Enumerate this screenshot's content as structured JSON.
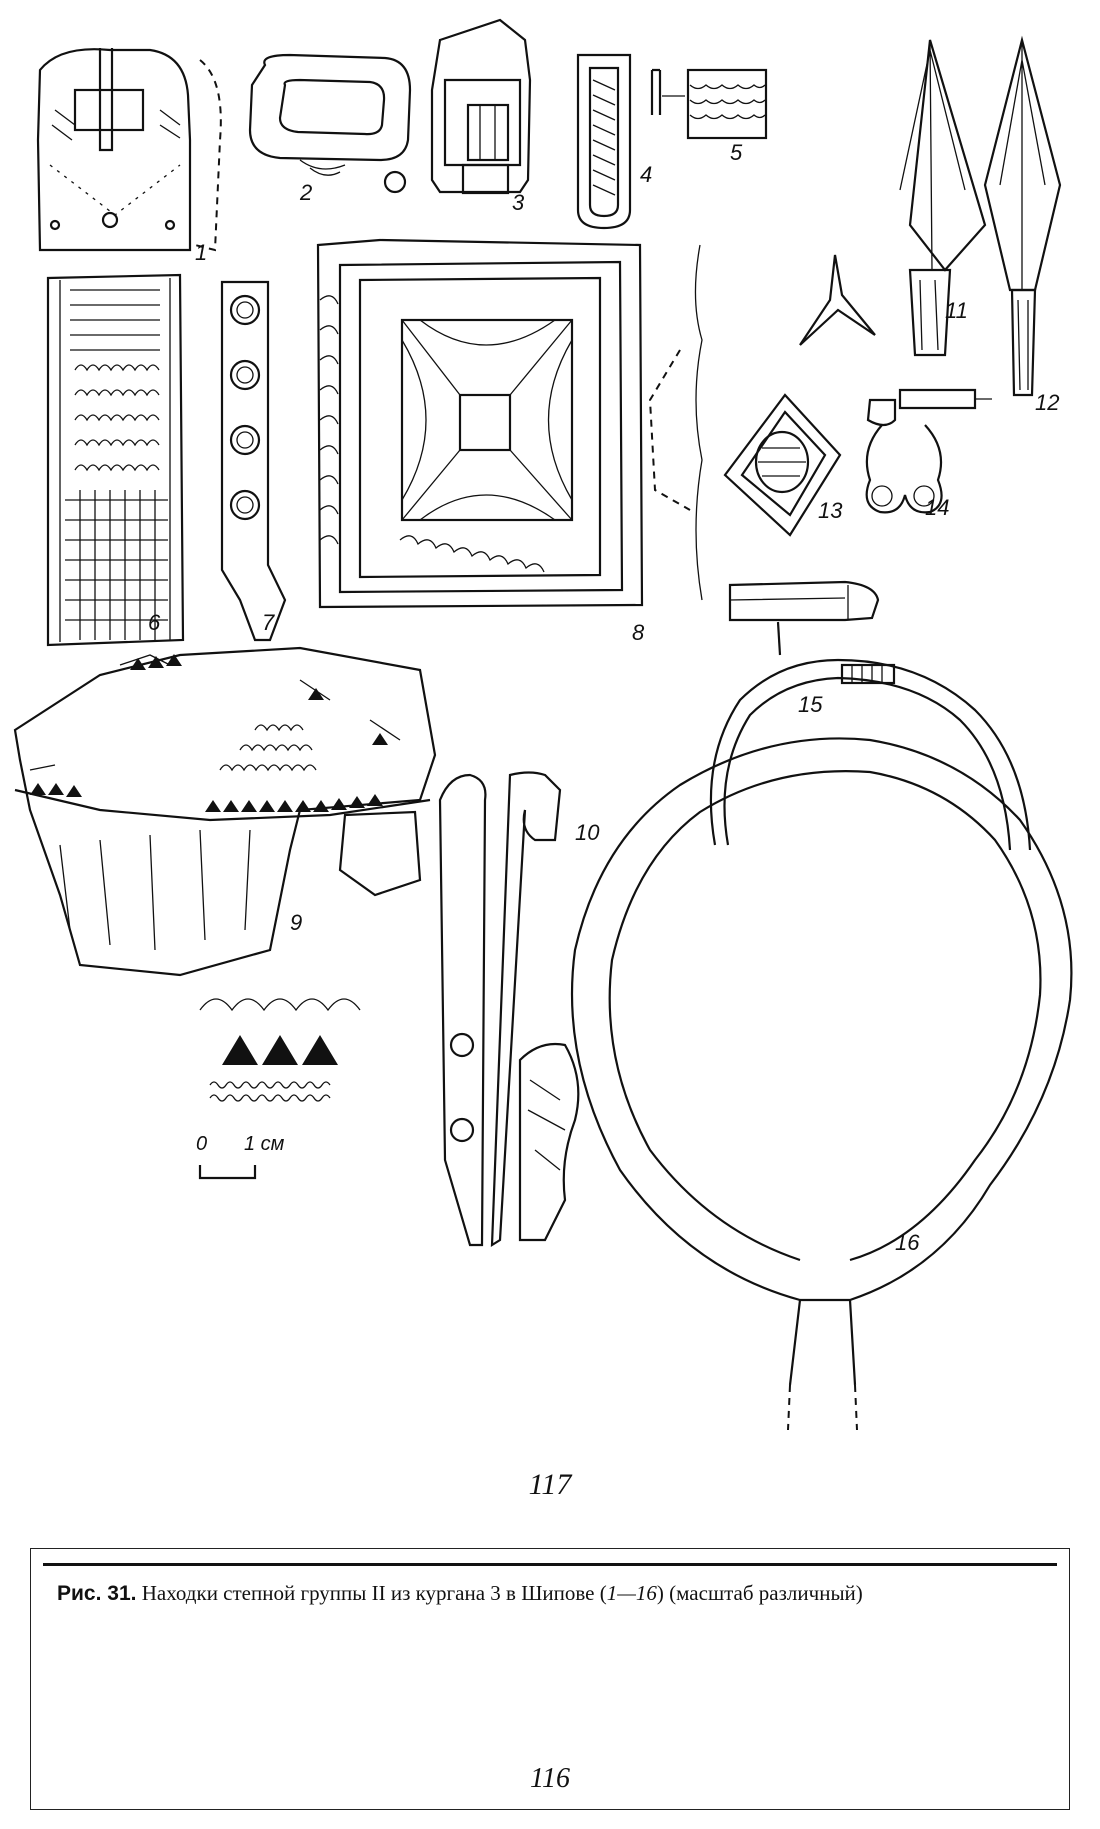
{
  "figure": {
    "item_numbers": [
      "1",
      "2",
      "3",
      "4",
      "5",
      "6",
      "7",
      "8",
      "9",
      "10",
      "11",
      "12",
      "13",
      "14",
      "15",
      "16"
    ],
    "scale_bar": {
      "zero": "0",
      "unit": "1 см"
    }
  },
  "page": {
    "top_number": "117",
    "bottom_number": "116"
  },
  "caption": {
    "label": "Рис. 31.",
    "text": " Находки степной группы II из кургана 3 в Шипове (",
    "range": "1—16",
    "text_after": ")  (масштаб различный)"
  }
}
